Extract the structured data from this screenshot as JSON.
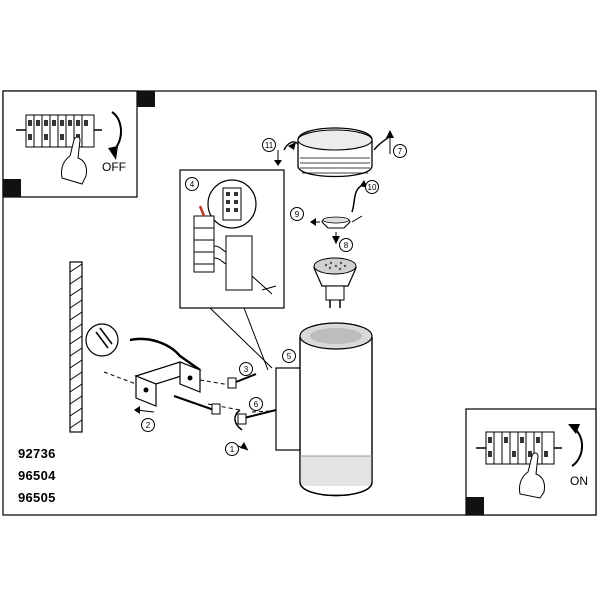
{
  "switches": {
    "off_label": "OFF",
    "on_label": "ON"
  },
  "model_numbers": [
    "92736",
    "96504",
    "96505"
  ],
  "step_callouts": [
    "1",
    "2",
    "3",
    "4",
    "5",
    "6",
    "7",
    "8",
    "9",
    "10",
    "11"
  ],
  "colors": {
    "line": "#000000",
    "wire_highlight": "#c0392b",
    "background": "#ffffff"
  }
}
